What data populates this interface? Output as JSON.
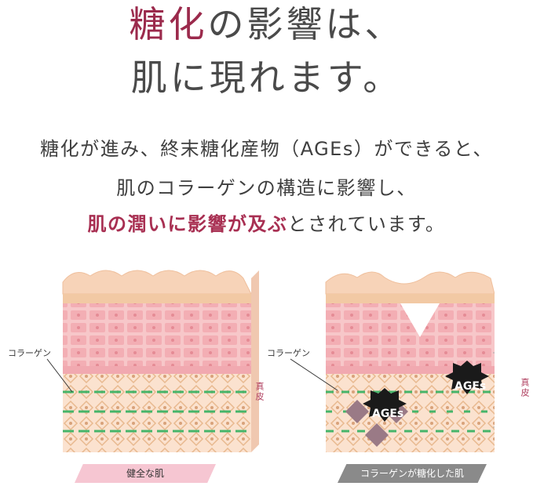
{
  "heading": {
    "line1_accent": "糖化",
    "line1_rest": "の影響は、",
    "line2": "肌に現れます。"
  },
  "body": {
    "line1": "糖化が進み、終末糖化産物（AGEs）ができると、",
    "line2": "肌のコラーゲンの構造に影響し、",
    "line3_strong": "肌の潤いに影響が及ぶ",
    "line3_rest": "とされています。"
  },
  "left_panel": {
    "collagen_label": "コラーゲン",
    "dermis_label": "真皮",
    "caption": "健全な肌"
  },
  "right_panel": {
    "collagen_label": "コラーゲン",
    "dermis_label": "真皮",
    "ages_label_1": "AGEs",
    "ages_label_2": "AGEs",
    "caption": "コラーゲンが糖化した肌"
  },
  "colors": {
    "accent": "#9b2a4c",
    "skin_surface": "#f7d3b8",
    "epidermis": "#f2b5b9",
    "dermis": "#fbe2cf",
    "collagen": "#46b56a",
    "ages": "#1a1a1a"
  }
}
